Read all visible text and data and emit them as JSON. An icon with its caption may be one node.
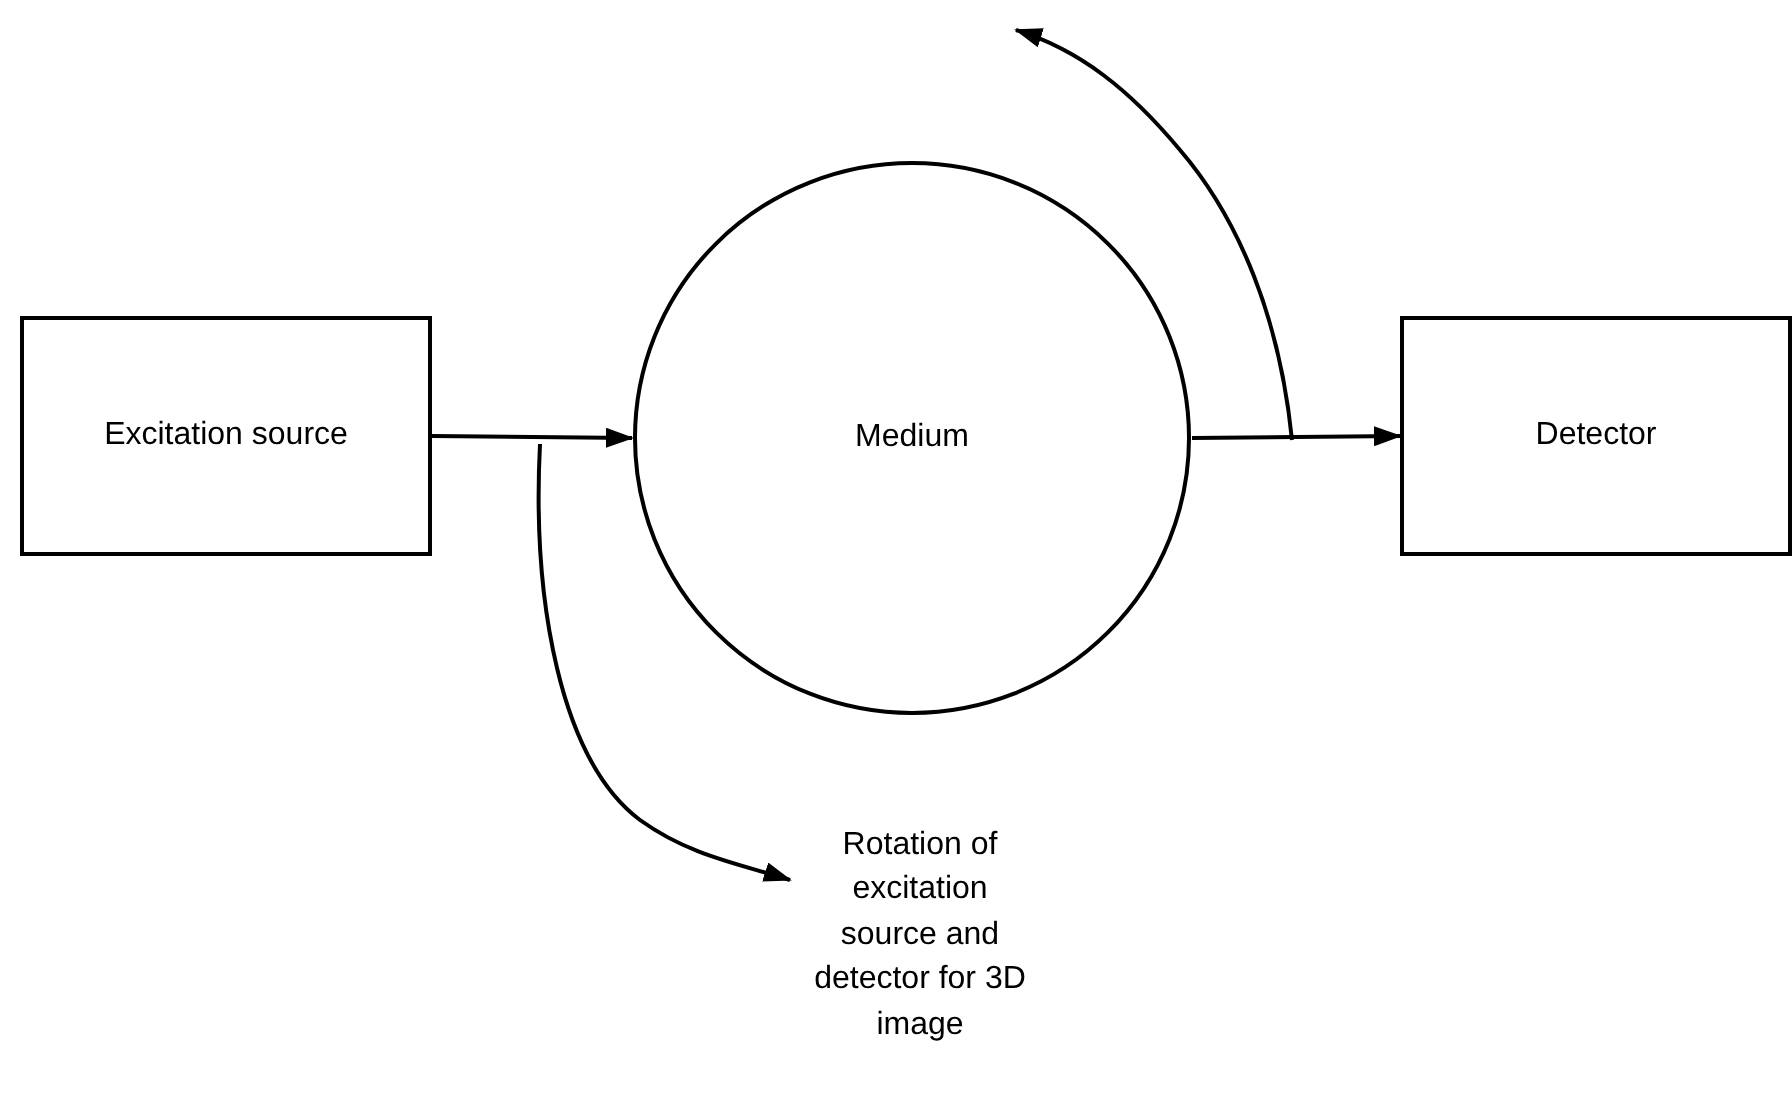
{
  "diagram": {
    "nodes": [
      {
        "text": [
          "Excitation source"
        ]
      },
      {
        "text": [
          "Medium"
        ]
      },
      {
        "text": [
          "Detector"
        ]
      }
    ],
    "edges": [
      {
        "from": 0,
        "to": 1,
        "arrow": "to"
      },
      {
        "from": 1,
        "to": 2,
        "arrow": "to"
      }
    ],
    "labels": [
      "Rotation of excitation source and detector for 3D image"
    ]
  }
}
